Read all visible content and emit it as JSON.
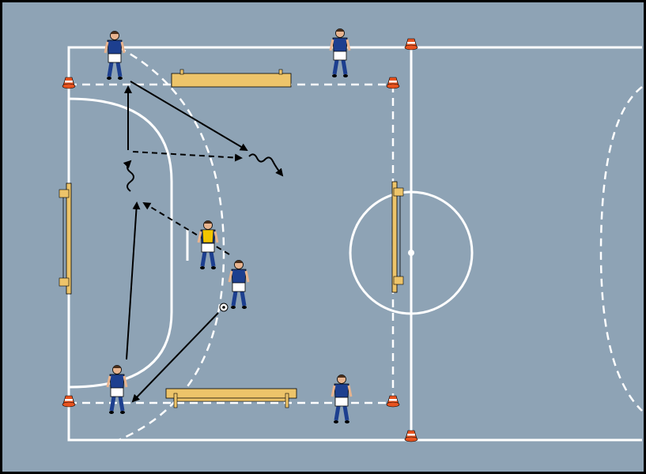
{
  "diagram": {
    "type": "futsal drill",
    "colors": {
      "pitch": "#8ea3b5",
      "lines": "#ffffff",
      "team_shirt": "#1d3f8f",
      "bib": "#f2c500",
      "bench": "#edc46a",
      "cone": "#e8531f",
      "arrow": "#000000"
    },
    "players": [
      {
        "role": "attacker",
        "shirt": "blue"
      },
      {
        "role": "attacker",
        "shirt": "blue"
      },
      {
        "role": "defender",
        "shirt": "yellow-bib"
      },
      {
        "role": "attacker-with-ball",
        "shirt": "blue"
      },
      {
        "role": "attacker",
        "shirt": "blue"
      },
      {
        "role": "attacker",
        "shirt": "blue"
      }
    ],
    "cones": 6,
    "benches": 2,
    "goals": 2
  }
}
